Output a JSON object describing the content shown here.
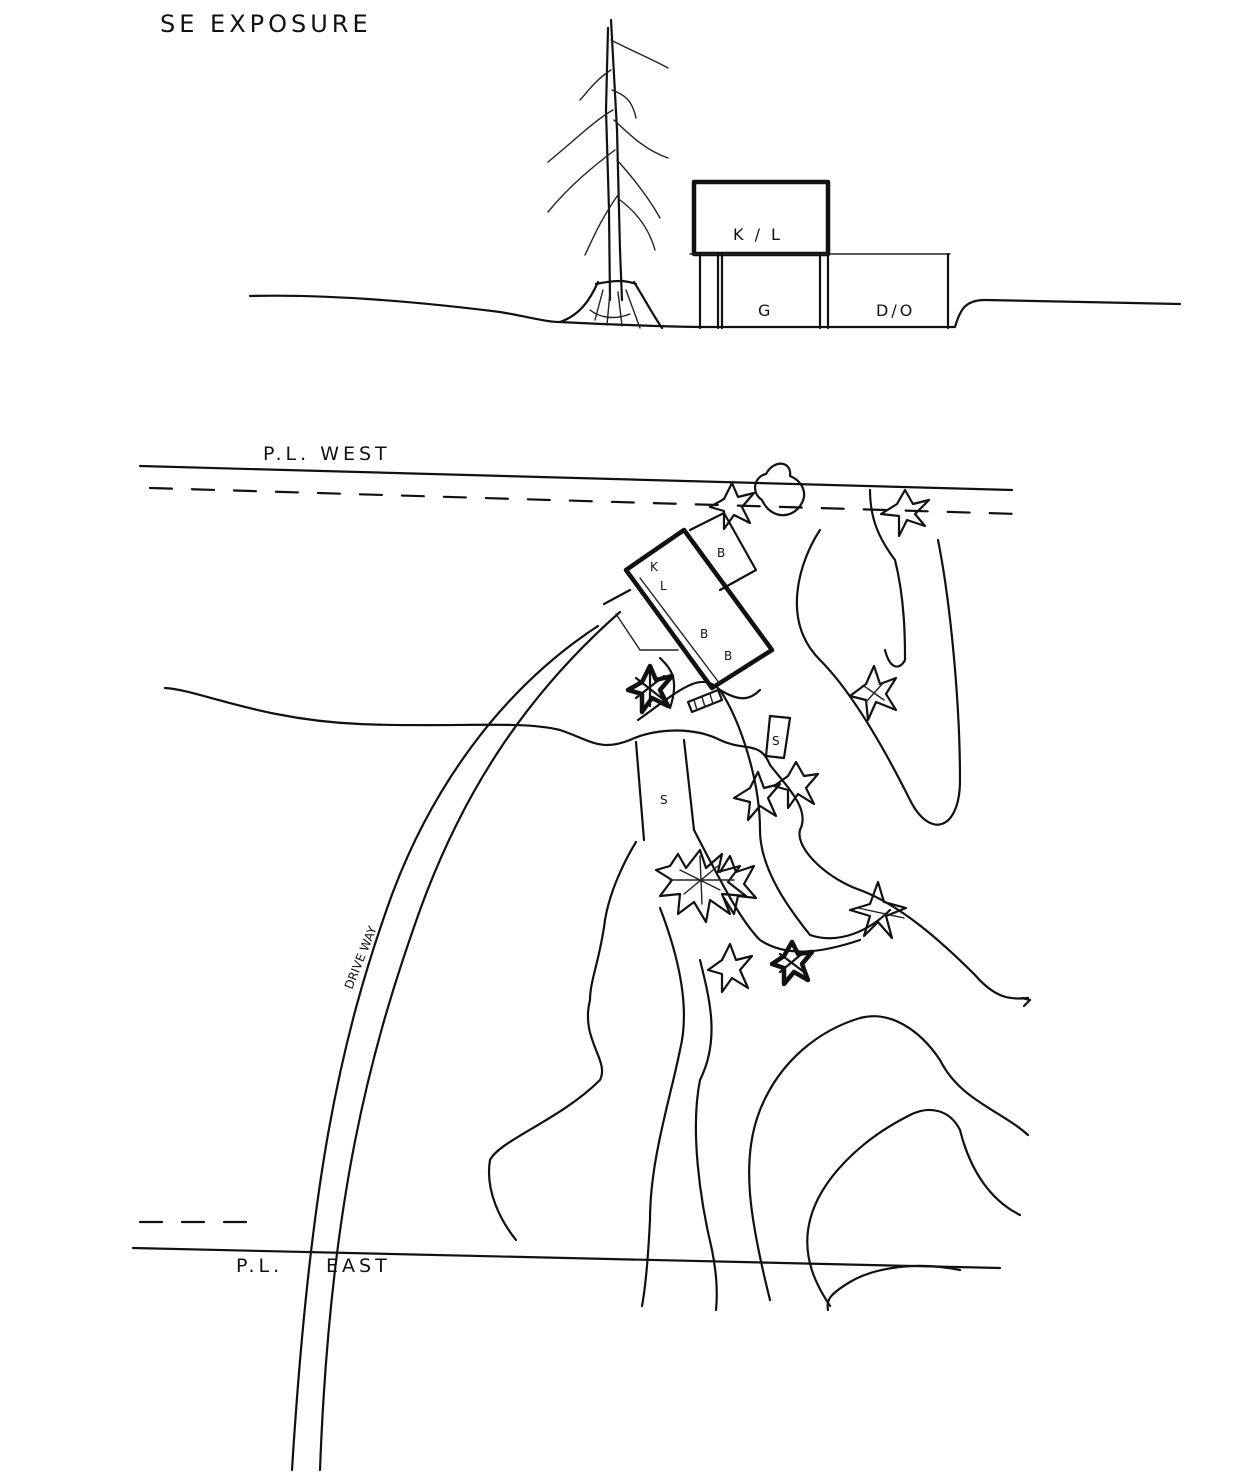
{
  "sketch": {
    "title": "SE EXPOSURE",
    "section_labels": {
      "upper_floor": "K / L",
      "lower_middle": "G",
      "lower_right": "D/O"
    },
    "site_plan": {
      "property_line_west": "P.L. WEST",
      "property_line_east_pl": "P.L.",
      "property_line_east_name": "EAST",
      "driveway": "DRIVE WAY",
      "house_label_k": "K",
      "house_label_l": "L",
      "house_label_b1": "B",
      "house_label_b2": "B",
      "house_label_b3": "B",
      "shed_label_1": "S",
      "shed_label_2": "S"
    },
    "colors": {
      "ink": "#111111",
      "paper": "#ffffff"
    }
  }
}
